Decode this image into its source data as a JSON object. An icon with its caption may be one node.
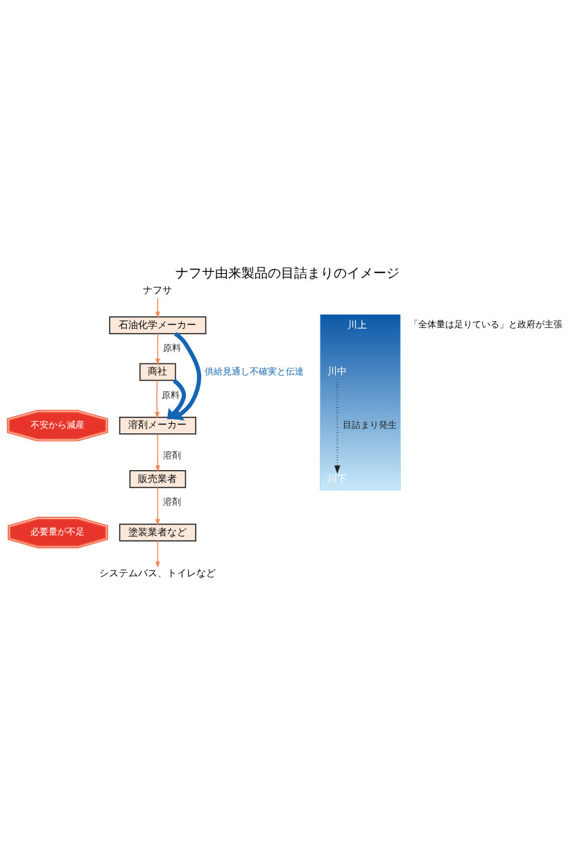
{
  "diagram": {
    "title": "ナフサ由来製品の目詰まりのイメージ",
    "nodes": [
      {
        "text": [
          "ナフサ"
        ]
      },
      {
        "text": [
          "石油化学メーカー"
        ]
      },
      {
        "text": [
          "商社"
        ]
      },
      {
        "text": [
          "溶剤メーカー"
        ]
      },
      {
        "text": [
          "販売業者"
        ]
      },
      {
        "text": [
          "塗装業者など"
        ]
      },
      {
        "text": [
          "システムバス、トイレなど"
        ]
      },
      {
        "text": [
          "不安から減産"
        ]
      },
      {
        "text": [
          "必要量が不足"
        ]
      },
      {
        "text": [],
        "shape": "bar"
      },
      {
        "text": [
          "川上"
        ],
        "in": 9
      },
      {
        "text": [
          "川中"
        ],
        "in": 9
      },
      {
        "text": [
          "川下"
        ],
        "in": 9
      }
    ],
    "edges": [
      {
        "from": 0,
        "to": 1,
        "arrow": "to"
      },
      {
        "from": 1,
        "to": 2,
        "arrow": "to",
        "label": "原料"
      },
      {
        "from": 2,
        "to": 3,
        "arrow": "to",
        "label": "原料"
      },
      {
        "from": 3,
        "to": 4,
        "arrow": "to",
        "label": "溶剤"
      },
      {
        "from": 4,
        "to": 5,
        "arrow": "to",
        "label": "溶剤"
      },
      {
        "from": 5,
        "to": 6,
        "arrow": "to"
      },
      {
        "from": 1,
        "to": 3,
        "arrow": "to",
        "label": "供給見通し不確実と伝達",
        "style": "thick",
        "color": "#1565b4"
      },
      {
        "from": 2,
        "to": 3,
        "arrow": "to",
        "style": "thick",
        "color": "#1565b4"
      },
      {
        "from": 11,
        "to": 12,
        "arrow": "to",
        "label": "目詰まり発生",
        "style": "dashed",
        "color": "#222222"
      }
    ],
    "labels": [
      "「全体量は足りている」と政府が主張"
    ]
  }
}
